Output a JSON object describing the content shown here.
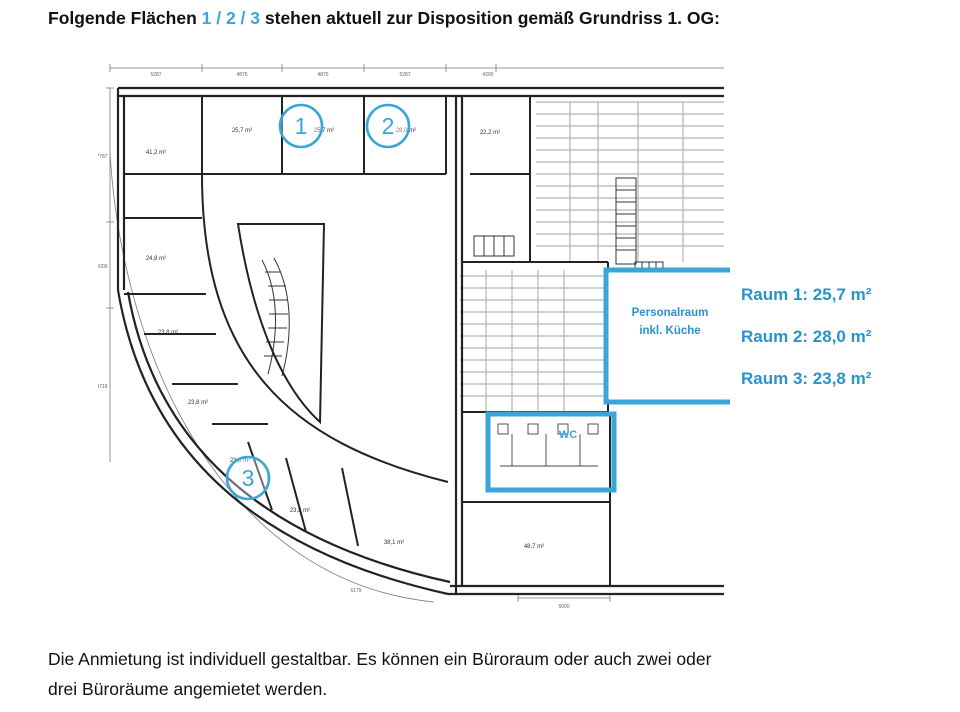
{
  "heading": {
    "before": "Folgende Flächen ",
    "highlight": "1 / 2 / 3",
    "after": " stehen aktuell zur Disposition gemäß Grundriss 1. OG:"
  },
  "colors": {
    "accent": "#3aa6d8",
    "wall": "#222222",
    "text": "#111111"
  },
  "plan": {
    "rooms": [
      {
        "id": "r1",
        "area": "41,2 m²"
      },
      {
        "id": "r2",
        "area": "25,7 m²"
      },
      {
        "id": "r3",
        "area": "25,7 m²"
      },
      {
        "id": "r4",
        "area": "28,0 m²"
      },
      {
        "id": "r5",
        "area": "22,2 m²"
      },
      {
        "id": "r6",
        "area": "24,8 m²"
      },
      {
        "id": "r7",
        "area": "23,8 m²"
      },
      {
        "id": "r8",
        "area": "23,8 m²"
      },
      {
        "id": "r9",
        "area": "23,8 m²"
      },
      {
        "id": "r10",
        "area": "23,8 m²"
      },
      {
        "id": "r11",
        "area": "38,1 m²"
      },
      {
        "id": "r12",
        "area": "48,7 m²"
      }
    ],
    "markers": [
      "1",
      "2",
      "3"
    ],
    "personalraum": [
      "Personalraum",
      "inkl. Küche"
    ],
    "wc": "WC",
    "dimensions": {
      "top": [
        "5287",
        "4875",
        "4875",
        "5287",
        "4200"
      ],
      "left": [
        "7787",
        "6009",
        "9718"
      ],
      "bottom": [
        "5000",
        "6179"
      ]
    }
  },
  "legend": [
    "Raum 1: 25,7 m²",
    "Raum 2: 28,0 m²",
    "Raum 3: 23,8 m²"
  ],
  "footer": [
    "Die Anmietung ist individuell gestaltbar. Es können ein Büroraum oder auch zwei oder",
    "drei Büroräume angemietet werden."
  ]
}
